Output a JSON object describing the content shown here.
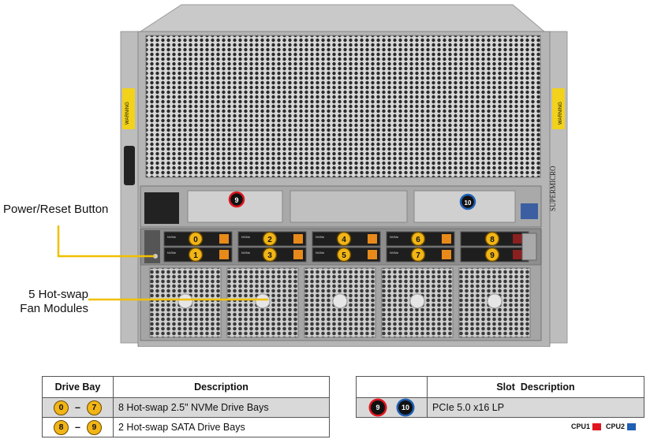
{
  "callouts": {
    "power": "Power/Reset Button",
    "fans_line1": "5 Hot-swap",
    "fans_line2": "Fan Modules"
  },
  "chassis": {
    "brand": "SUPERMICRO",
    "warning": "WARNING",
    "bay_tag": "NVMe",
    "slots": [
      "9",
      "10"
    ],
    "drive_bays": [
      "0",
      "1",
      "2",
      "3",
      "4",
      "5",
      "6",
      "7",
      "8",
      "9"
    ]
  },
  "drive_table": {
    "headers": [
      "Drive Bay",
      "Description"
    ],
    "rows": [
      {
        "from": "0",
        "to": "7",
        "dash": "–",
        "description": "8 Hot-swap 2.5\" NVMe Drive Bays"
      },
      {
        "from": "8",
        "to": "9",
        "dash": "–",
        "description": "2 Hot-swap SATA Drive Bays"
      }
    ]
  },
  "slot_table": {
    "headers": [
      "",
      "Slot  Description"
    ],
    "rows": [
      {
        "slots": [
          "9",
          "10"
        ],
        "description": "PCIe 5.0 x16 LP"
      }
    ]
  },
  "legend": [
    {
      "label": "CPU1",
      "color": "#e0141e"
    },
    {
      "label": "CPU2",
      "color": "#1f5fb4"
    }
  ]
}
